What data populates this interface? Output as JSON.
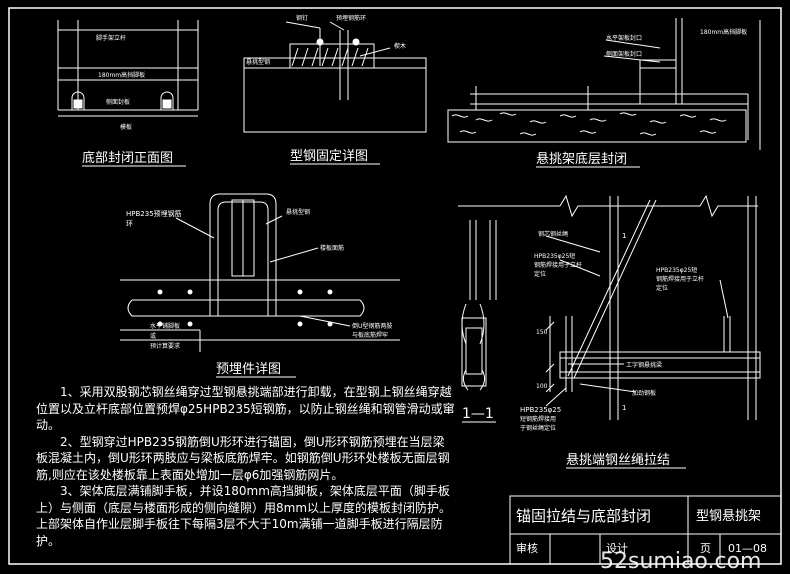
{
  "details": {
    "bottom_closure_elevation": {
      "title": "底部封闭正面图",
      "labels": {
        "guardrail": "脚手架立杆",
        "toe_board": "180mm高挡脚板",
        "side_board": "侧面封板",
        "floor_board": "模板"
      }
    },
    "steel_beam_fixing": {
      "title": "型钢固定详图",
      "labels": {
        "nail": "钢钉",
        "u_bar": "预埋钢筋环",
        "wedge": "楔木",
        "beam": "悬挑型钢"
      }
    },
    "cantilever_bottom_closure": {
      "title": "悬挑架底层封闭",
      "labels": {
        "toe_board": "180mm高挡脚板",
        "horizontal_board": "水平架板封口",
        "side_board": "侧面架板封口"
      }
    },
    "embedded_part": {
      "title": "预埋件详图",
      "labels": {
        "hpb235_bar": "HPB235预埋钢筋",
        "hpb235_bar_2": "环",
        "steel_beam": "悬挑型钢",
        "slab_face": "楼板面筋",
        "u_bar_note_1": "倒U型钢筋两肢",
        "u_bar_note_2": "与板底筋焊牢",
        "horizontal_board_1": "水平铺脚板",
        "horizontal_board_2": "或",
        "horizontal_board_3": "预计算要求"
      }
    },
    "wire_rope_tie": {
      "title": "悬挑端钢丝绳拉结",
      "labels": {
        "wire_rope": "钢芯钢丝绳",
        "upper_bar_1": "HPB235φ25短",
        "upper_bar_2": "钢筋焊接用于立杆",
        "upper_bar_3": "定位",
        "right_bar_1": "HPB235φ25短",
        "right_bar_2": "钢筋焊接用于立杆",
        "right_bar_3": "定位",
        "beam": "工字钢悬挑梁",
        "stiffener": "加劲钢板",
        "lower_bar_1": "HPB235φ25",
        "lower_bar_2": "短钢筋焊接用",
        "lower_bar_3": "于钢丝绳定位",
        "dim_150": "150",
        "dim_100": "100",
        "dim_1": "1"
      },
      "section_label": "1—1"
    }
  },
  "notes": [
    "1、采用双股钢芯钢丝绳穿过型钢悬挑端部进行卸载，在型钢上钢丝绳穿越位置以及立杆底部位置预焊φ25HPB235短钢筋，以防止钢丝绳和钢管滑动或窜动。",
    "2、型钢穿过HPB235钢筋倒U形环进行锚固，倒U形环钢筋预埋在当层梁板混凝土内，倒U形环两肢应与梁板底筋焊牢。如钢筋倒U形环处楼板无面层钢筋,则应在该处楼板靠上表面处增加一层φ6加强钢筋网片。",
    "3、架体底层满铺脚手板，并设180mm高挡脚板，架体底层平面（脚手板上）与侧面（底层与楼面形成的侧向缝隙）用8mm以上厚度的模板封闭防护。上部架体自作业层脚手板往下每隔3层不大于10m满铺一道脚手板进行隔层防护。"
  ],
  "title_block": {
    "drawing_name": "锚固拉结与底部封闭",
    "category": "型钢悬挑架",
    "checked": "审核",
    "designed": "设计",
    "page_label": "页",
    "page_number": "01—08"
  },
  "watermark": "52sumiao.com"
}
